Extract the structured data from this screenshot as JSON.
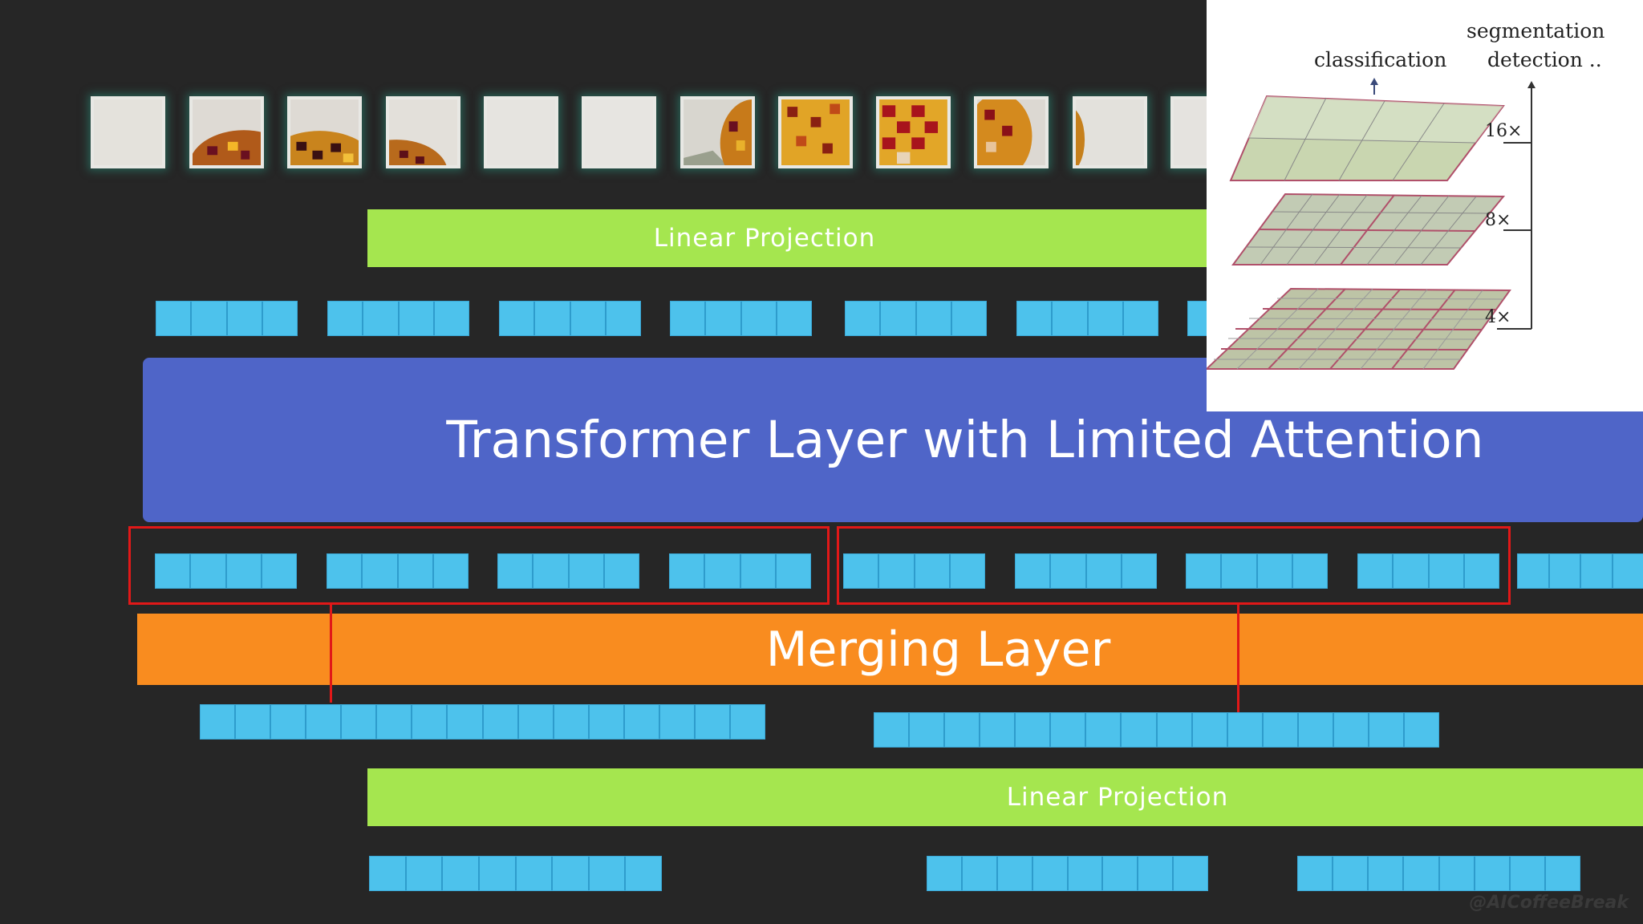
{
  "diagram": {
    "linear_projection_top": "Linear Projection",
    "transformer_layer": "Transformer Layer with Limited Attention",
    "merging_layer": "Merging Layer",
    "linear_projection_bottom": "Linear Projection"
  },
  "inset": {
    "classification_label": "classification",
    "segmentation_label": "segmentation",
    "detection_label": "detection ..",
    "scale_16": "16×",
    "scale_8": "8×",
    "scale_4": "4×"
  },
  "watermark": "@AICoffeeBreak",
  "colors": {
    "background": "#262626",
    "linear_projection": "#a5e64f",
    "transformer": "#4f65c8",
    "merging": "#f98c1f",
    "token": "#4dc2ec",
    "highlight": "#e11818"
  }
}
